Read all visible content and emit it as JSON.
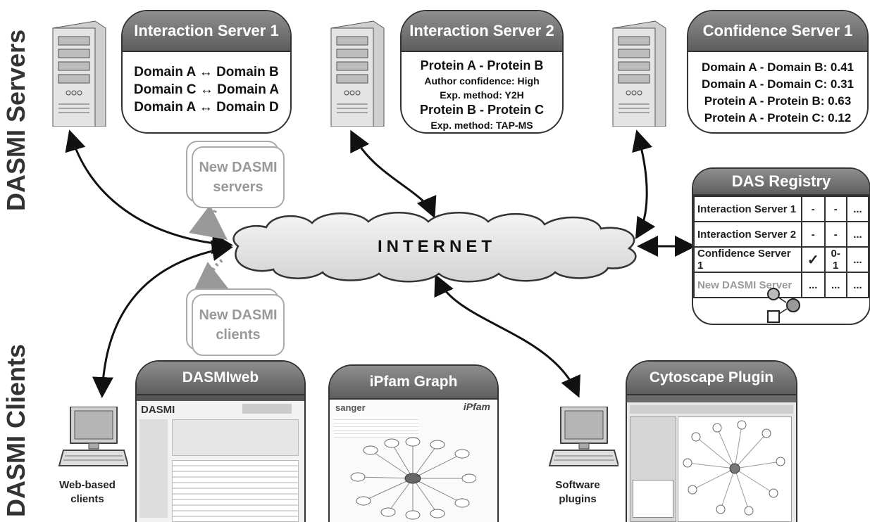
{
  "side_labels": {
    "servers": "DASMI Servers",
    "clients": "DASMI Clients"
  },
  "servers": [
    {
      "title": "Interaction Server 1",
      "lines": [
        "Domain A ↔ Domain B",
        "Domain C ↔ Domain A",
        "Domain A ↔ Domain D"
      ]
    },
    {
      "title": "Interaction Server 2",
      "lines": [
        "Protein A - Protein B",
        "Author confidence: High",
        "Exp. method: Y2H",
        "Protein B - Protein C",
        "Exp. method: TAP-MS"
      ]
    },
    {
      "title": "Confidence Server 1",
      "lines": [
        "Domain A - Domain B: 0.41",
        "Domain A - Domain C: 0.31",
        "Protein A - Protein B: 0.63",
        "Protein A - Protein C: 0.12"
      ]
    }
  ],
  "internet_label": "INTERNET",
  "new_servers": "New DASMI servers",
  "new_clients": "New DASMI clients",
  "registry": {
    "title": "DAS Registry",
    "rows": [
      {
        "name": "Interaction Server 1",
        "c1": "-",
        "c2": "-",
        "c3": "..."
      },
      {
        "name": "Interaction Server 2",
        "c1": "-",
        "c2": "-",
        "c3": "..."
      },
      {
        "name": "Confidence Server 1",
        "c1": "✓",
        "c2": "0-1",
        "c3": "..."
      },
      {
        "name": "New DASMI Server",
        "c1": "...",
        "c2": "...",
        "c3": "..."
      }
    ]
  },
  "clients": [
    {
      "title": "DASMIweb"
    },
    {
      "title": "iPfam Graph"
    },
    {
      "title": "Cytoscape Plugin"
    }
  ],
  "captions": {
    "web": "Web-based clients",
    "software": "Software plugins"
  },
  "screenshot_text": {
    "dasmi_logo": "DASMI",
    "sanger": "sanger",
    "pfam": "iPfam"
  }
}
